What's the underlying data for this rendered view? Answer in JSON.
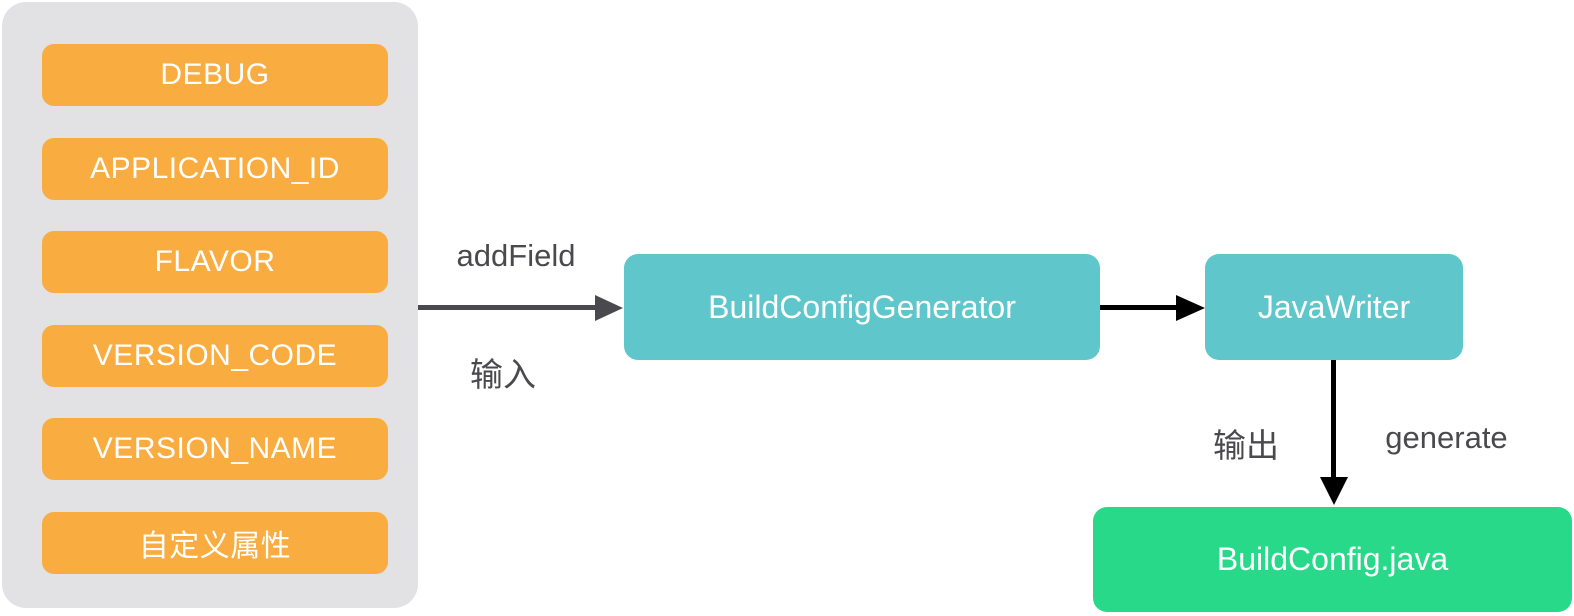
{
  "diagram": {
    "title_semantics": "BuildConfig generation flow",
    "input_panel": {
      "fields": [
        {
          "label": "DEBUG"
        },
        {
          "label": "APPLICATION_ID"
        },
        {
          "label": "FLAVOR"
        },
        {
          "label": "VERSION_CODE"
        },
        {
          "label": "VERSION_NAME"
        },
        {
          "label": "自定义属性"
        }
      ]
    },
    "nodes": {
      "generator": {
        "label": "BuildConfigGenerator"
      },
      "writer": {
        "label": "JavaWriter"
      },
      "output_file": {
        "label": "BuildConfig.java"
      }
    },
    "edges": {
      "input": {
        "method": "addField",
        "role": "输入"
      },
      "output": {
        "role": "输出",
        "method": "generate"
      }
    },
    "colors": {
      "panel_background": "#E2E2E4",
      "field_fill": "#F9AC40",
      "process_fill": "#5FC7CB",
      "artifact_fill": "#29D98A",
      "input_arrow": "#4A4A4E",
      "black_arrow": "#000000",
      "label_text": "#4A4A4E",
      "node_text": "#FFFFFF"
    }
  }
}
